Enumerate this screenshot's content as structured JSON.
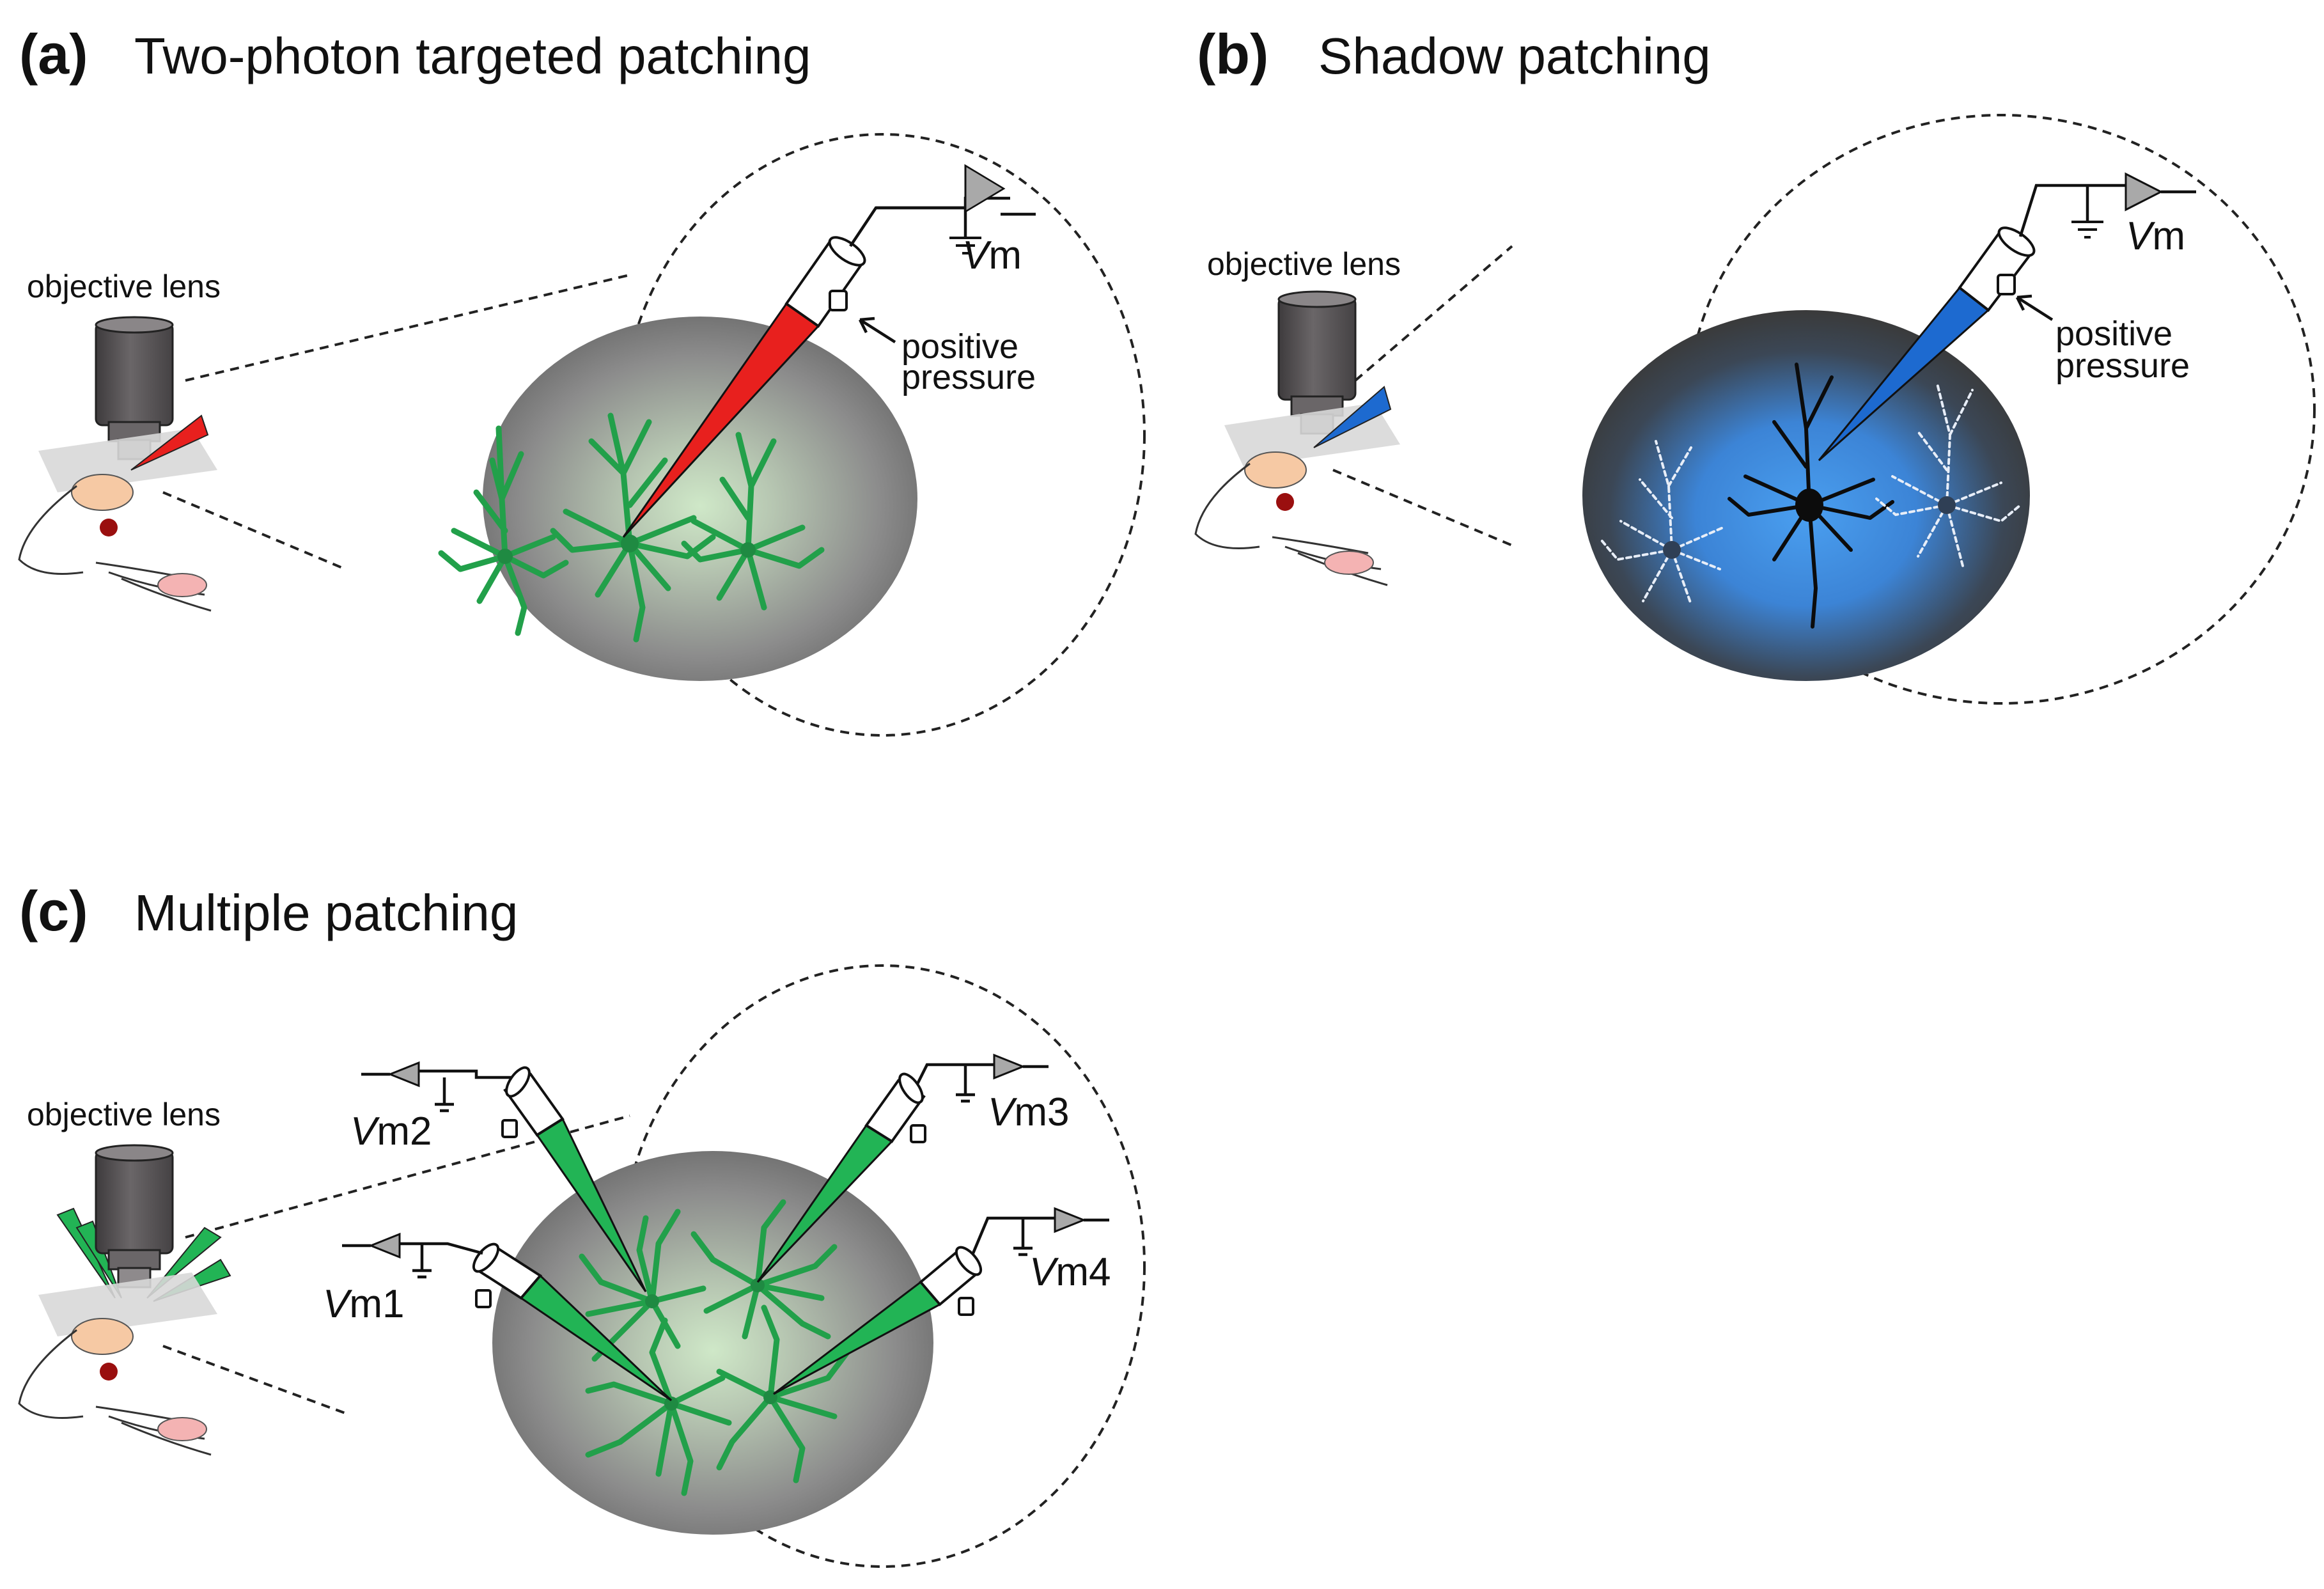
{
  "panels": [
    {
      "id": "a",
      "letter": "(a)",
      "title": "Two-photon targeted patching",
      "lens_label": "objective lens",
      "annotation": [
        "positive",
        "pressure"
      ],
      "signal": {
        "italic": "V",
        "rest": "m"
      },
      "pipette_color": "#e8201e",
      "cell_color": "#22a04a",
      "background": "gray with green glow"
    },
    {
      "id": "b",
      "letter": "(b)",
      "title": "Shadow patching",
      "lens_label": "objective lens",
      "annotation": [
        "positive",
        "pressure"
      ],
      "signal": {
        "italic": "V",
        "rest": "m"
      },
      "pipette_color": "#1d6ad0",
      "cell_color": "#0c0c0c",
      "background": "dark gray with blue glow"
    },
    {
      "id": "c",
      "letter": "(c)",
      "title": "Multiple patching",
      "lens_label": "objective lens",
      "signals": [
        {
          "italic": "V",
          "rest": "m1"
        },
        {
          "italic": "V",
          "rest": "m2"
        },
        {
          "italic": "V",
          "rest": "m3"
        },
        {
          "italic": "V",
          "rest": "m4"
        }
      ],
      "pipette_color": "#22b455",
      "cell_color": "#22a04a",
      "background": "gray with green glow"
    }
  ],
  "colors": {
    "objective_body": "#5e5a5c",
    "stage_plate": "#d8d8d8",
    "amplifier": "#a9a9a9",
    "eye": "#9a0f0f",
    "paw": "#f4b3b3",
    "nose": "#f6c9a4"
  }
}
